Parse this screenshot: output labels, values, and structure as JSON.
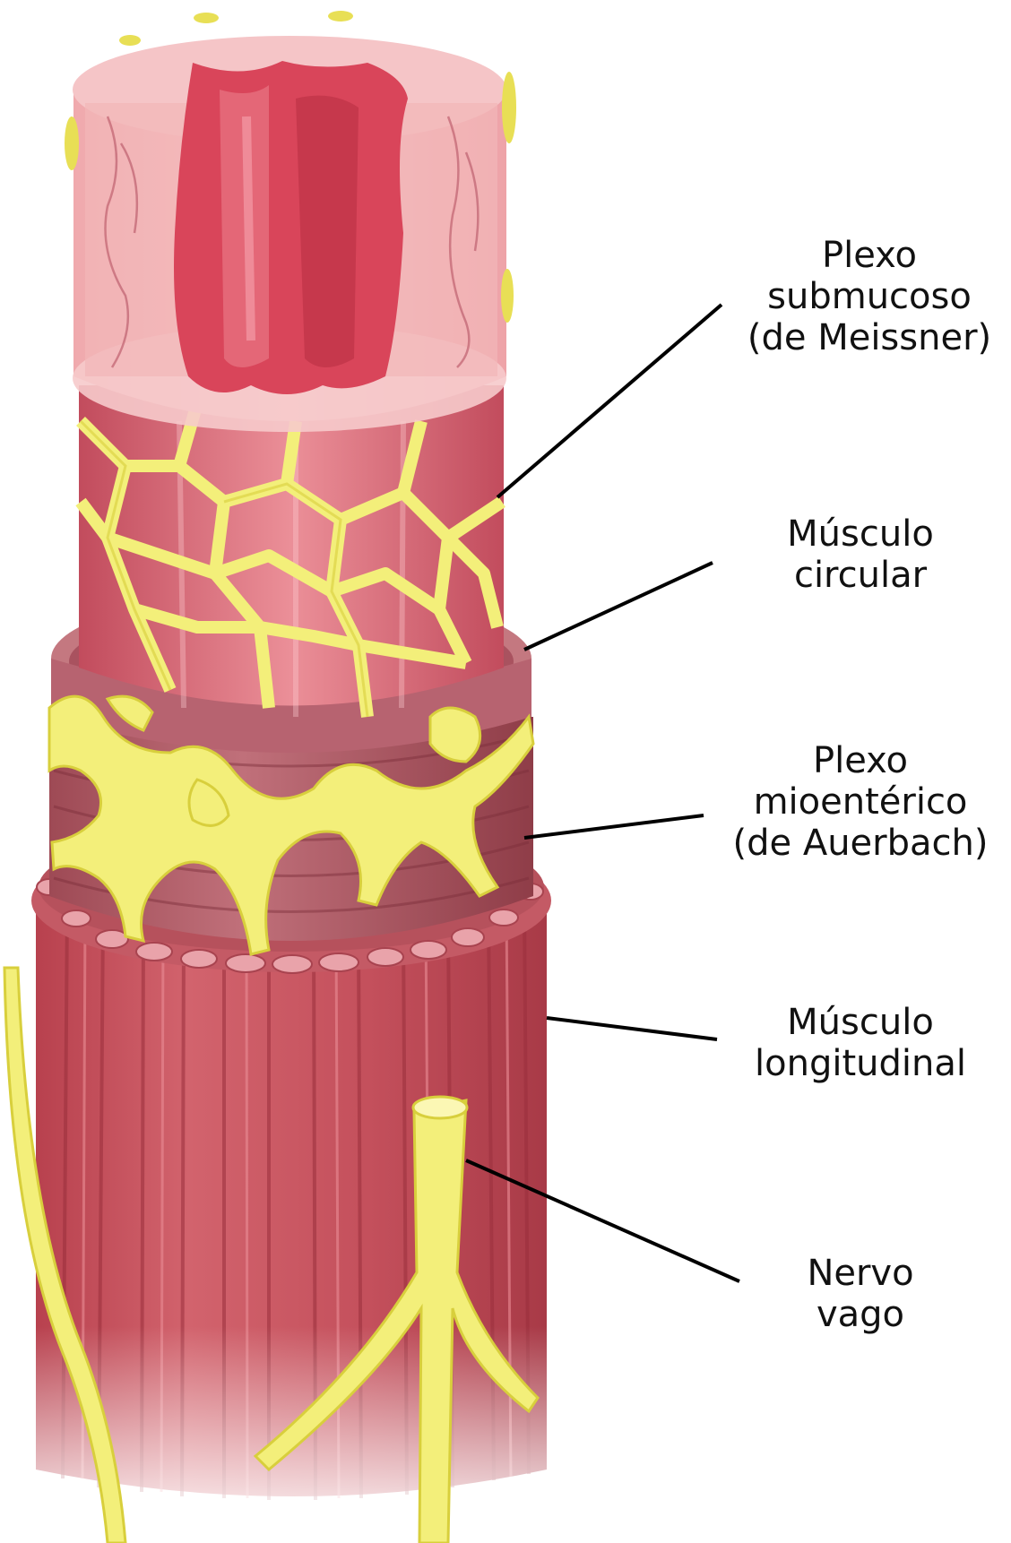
{
  "labels": [
    {
      "id": "plexo-submucoso",
      "lines": [
        "Plexo",
        "submucoso",
        "(de Meissner)"
      ]
    },
    {
      "id": "musculo-circular",
      "lines": [
        "Músculo",
        "circular"
      ]
    },
    {
      "id": "plexo-mioenterico",
      "lines": [
        "Plexo",
        "mioentérico",
        "(de Auerbach)"
      ]
    },
    {
      "id": "musculo-longitudinal",
      "lines": [
        "Músculo",
        "longitudinal"
      ]
    },
    {
      "id": "nervo-vago",
      "lines": [
        "Nervo",
        "vago"
      ]
    }
  ],
  "colors": {
    "mucosa": "#f2b9b9",
    "lumen": "#d9455a",
    "circular_muscle": "#c85a66",
    "longitudinal_muscle": "#c7525e",
    "nerve": "#f3ef7a",
    "nerve_edge": "#d8cf3c",
    "leader": "#000000"
  }
}
